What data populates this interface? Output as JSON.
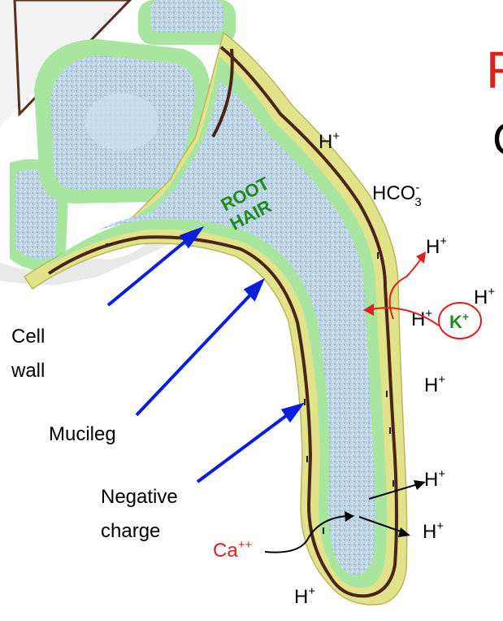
{
  "title_fragment_1": "R",
  "title_fragment_2": "C",
  "root_hair_label": [
    "ROOT",
    "HAIR"
  ],
  "callouts": {
    "cell_wall": [
      "Cell",
      "wall"
    ],
    "mucileg": "Mucileg",
    "negative_charge": [
      "Negative",
      "charge"
    ]
  },
  "ions": {
    "h": "H",
    "h_charge": "+",
    "hco3_base": "HCO",
    "hco3_minus": "-",
    "hco3_sub": "3",
    "k": "K",
    "k_charge": "+",
    "ca": "Ca",
    "ca_charge": "++"
  },
  "colors": {
    "title_red": "#e0201b",
    "root_green": "#1f8a1f",
    "arrow_blue": "#0a1ee0",
    "arrow_red": "#e02020",
    "mucilage_yellow": "#e2e28a",
    "wall_green": "#a8e6a0",
    "cell_blue": "#a9c8e0"
  }
}
